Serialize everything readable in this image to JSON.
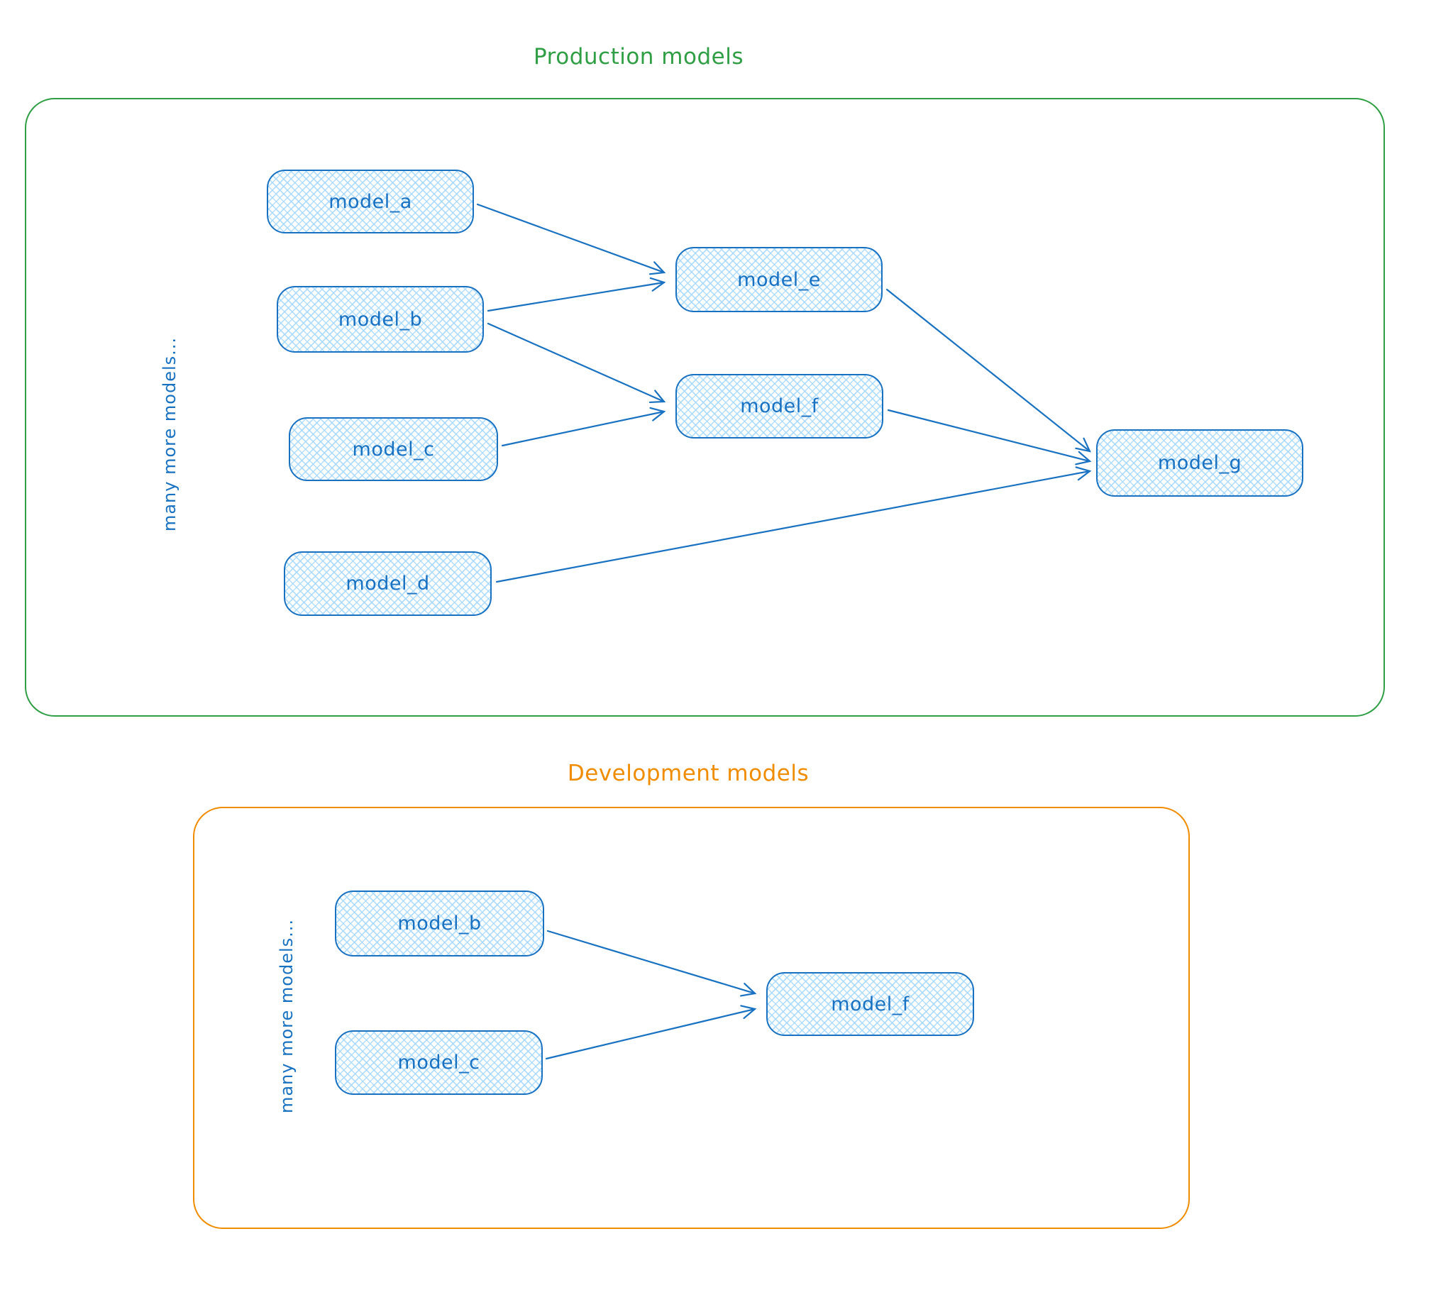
{
  "colors": {
    "node_stroke_blue": "#1971c2",
    "node_fill_blue": "#a5d8ff",
    "production_green": "#2f9e44",
    "development_orange": "#f08c00",
    "background": "#ffffff"
  },
  "production": {
    "title": "Production models",
    "side_label": "many more models...",
    "nodes": [
      {
        "id": "model_a",
        "label": "model_a"
      },
      {
        "id": "model_b",
        "label": "model_b"
      },
      {
        "id": "model_c",
        "label": "model_c"
      },
      {
        "id": "model_d",
        "label": "model_d"
      },
      {
        "id": "model_e",
        "label": "model_e"
      },
      {
        "id": "model_f",
        "label": "model_f"
      },
      {
        "id": "model_g",
        "label": "model_g"
      }
    ],
    "edges": [
      {
        "from": "model_a",
        "to": "model_e"
      },
      {
        "from": "model_b",
        "to": "model_e"
      },
      {
        "from": "model_b",
        "to": "model_f"
      },
      {
        "from": "model_c",
        "to": "model_f"
      },
      {
        "from": "model_e",
        "to": "model_g"
      },
      {
        "from": "model_f",
        "to": "model_g"
      },
      {
        "from": "model_d",
        "to": "model_g"
      }
    ]
  },
  "development": {
    "title": "Development models",
    "side_label": "many more models...",
    "nodes": [
      {
        "id": "model_b",
        "label": "model_b"
      },
      {
        "id": "model_c",
        "label": "model_c"
      },
      {
        "id": "model_f",
        "label": "model_f"
      }
    ],
    "edges": [
      {
        "from": "model_b",
        "to": "model_f"
      },
      {
        "from": "model_c",
        "to": "model_f"
      }
    ]
  }
}
